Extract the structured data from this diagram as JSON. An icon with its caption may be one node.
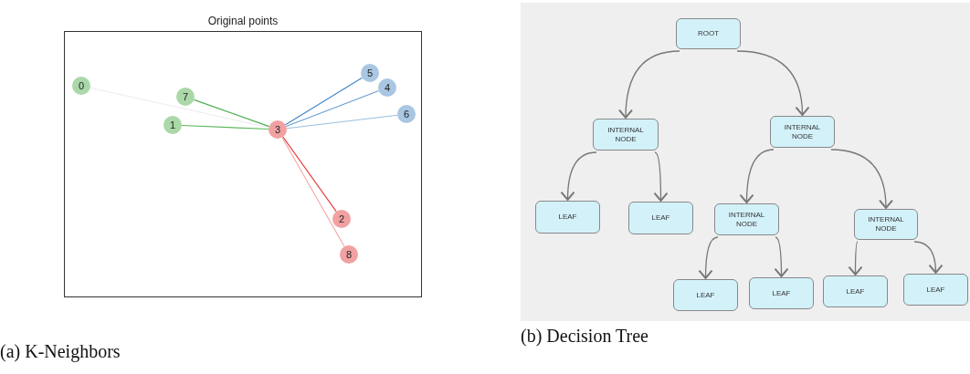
{
  "diagram": {
    "nodes": [
      {
        "text": [
          "Original points"
        ]
      },
      {
        "text": [
          "0"
        ],
        "in": 0
      },
      {
        "text": [
          "1"
        ],
        "in": 0
      },
      {
        "text": [
          "2"
        ],
        "in": 0
      },
      {
        "text": [
          "3"
        ],
        "in": 0
      },
      {
        "text": [
          "4"
        ],
        "in": 0
      },
      {
        "text": [
          "5"
        ],
        "in": 0
      },
      {
        "text": [
          "6"
        ],
        "in": 0
      },
      {
        "text": [
          "7"
        ],
        "in": 0
      },
      {
        "text": [
          "8"
        ],
        "in": 0
      },
      {
        "text": [
          "ROOT"
        ]
      },
      {
        "text": [
          "INTERNAL NODE"
        ]
      },
      {
        "text": [
          "INTERNAL NODE"
        ]
      },
      {
        "text": [
          "LEAF"
        ]
      },
      {
        "text": [
          "LEAF"
        ]
      },
      {
        "text": [
          "INTERNAL NODE"
        ]
      },
      {
        "text": [
          "INTERNAL NODE"
        ]
      },
      {
        "text": [
          "LEAF"
        ]
      },
      {
        "text": [
          "LEAF"
        ]
      },
      {
        "text": [
          "LEAF"
        ]
      },
      {
        "text": [
          "LEAF"
        ]
      }
    ],
    "edges": [
      {
        "from": 4,
        "to": 1,
        "arrow": "none",
        "color": "#ececec"
      },
      {
        "from": 4,
        "to": 8,
        "arrow": "none",
        "color": "#4caf50"
      },
      {
        "from": 4,
        "to": 2,
        "arrow": "none",
        "color": "#5cb85c"
      },
      {
        "from": 4,
        "to": 6,
        "arrow": "none",
        "color": "#3f86c6"
      },
      {
        "from": 4,
        "to": 5,
        "arrow": "none",
        "color": "#6a9fd0"
      },
      {
        "from": 4,
        "to": 7,
        "arrow": "none",
        "color": "#9bbfdf"
      },
      {
        "from": 4,
        "to": 3,
        "arrow": "none",
        "color": "#e8393a"
      },
      {
        "from": 4,
        "to": 9,
        "arrow": "none",
        "color": "#f4a6a6"
      },
      {
        "from": 10,
        "to": 11,
        "arrow": "to"
      },
      {
        "from": 10,
        "to": 12,
        "arrow": "to"
      },
      {
        "from": 11,
        "to": 13,
        "arrow": "to"
      },
      {
        "from": 11,
        "to": 14,
        "arrow": "to"
      },
      {
        "from": 12,
        "to": 15,
        "arrow": "to"
      },
      {
        "from": 12,
        "to": 16,
        "arrow": "to"
      },
      {
        "from": 15,
        "to": 17,
        "arrow": "to"
      },
      {
        "from": 15,
        "to": 18,
        "arrow": "to"
      },
      {
        "from": 16,
        "to": 19,
        "arrow": "to"
      },
      {
        "from": 16,
        "to": 20,
        "arrow": "to"
      }
    ],
    "labels": [
      "(a) K-Neighbors",
      "(b) Decision Tree"
    ]
  }
}
